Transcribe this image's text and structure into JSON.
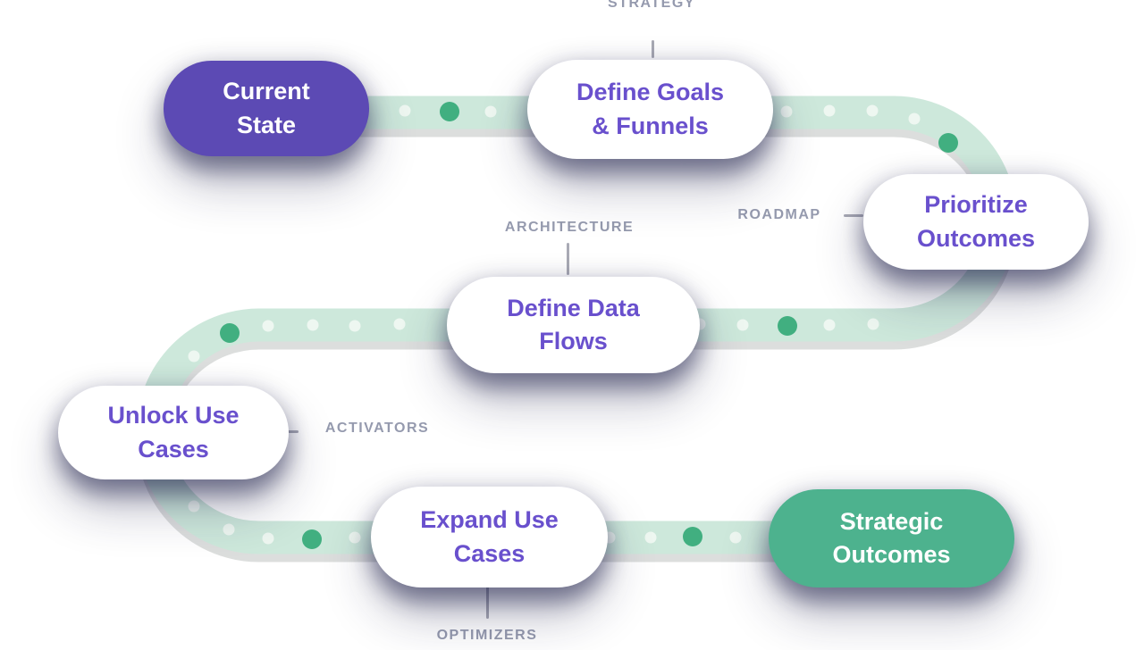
{
  "nodes": [
    {
      "id": "current-state",
      "label": "Current State",
      "lines": [
        "Current",
        "State"
      ],
      "variant": "purple"
    },
    {
      "id": "define-goals-funnels",
      "label": "Define Goals & Funnels",
      "lines": [
        "Define Goals",
        "& Funnels"
      ],
      "variant": "white"
    },
    {
      "id": "prioritize-outcomes",
      "label": "Prioritize Outcomes",
      "lines": [
        "Prioritize",
        "Outcomes"
      ],
      "variant": "white"
    },
    {
      "id": "define-data-flows",
      "label": "Define Data Flows",
      "lines": [
        "Define Data",
        "Flows"
      ],
      "variant": "white"
    },
    {
      "id": "unlock-use-cases",
      "label": "Unlock Use Cases",
      "lines": [
        "Unlock Use",
        "Cases"
      ],
      "variant": "white"
    },
    {
      "id": "expand-use-cases",
      "label": "Expand Use Cases",
      "lines": [
        "Expand Use",
        "Cases"
      ],
      "variant": "white"
    },
    {
      "id": "strategic-outcomes",
      "label": "Strategic Outcomes",
      "lines": [
        "Strategic",
        "Outcomes"
      ],
      "variant": "green"
    }
  ],
  "phases": [
    {
      "id": "strategy",
      "text": "STRATEGY"
    },
    {
      "id": "roadmap",
      "text": "ROADMAP"
    },
    {
      "id": "architecture",
      "text": "ARCHITECTURE"
    },
    {
      "id": "activators",
      "text": "ACTIVATORS"
    },
    {
      "id": "optimizers",
      "text": "OPTIMIZERS"
    }
  ],
  "colors": {
    "background": "#ffffff",
    "path": "#cde8db",
    "path_shadow": "#dcdedd",
    "dot_green": "#41af80",
    "dot_white": "#eef7f1",
    "node_purple": "#5c4ab4",
    "node_green": "#4db28e",
    "node_text_purple": "#6950cd",
    "node_text_white": "#ffffff",
    "phase_label": "#959aae",
    "tick": "#a9aab5"
  }
}
